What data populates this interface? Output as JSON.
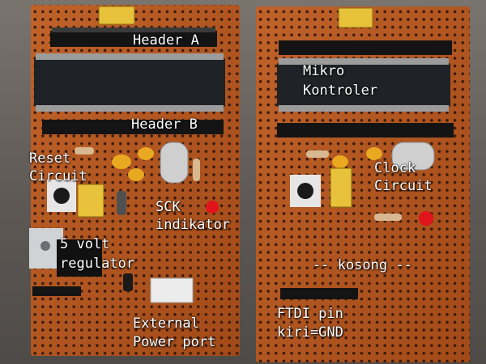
{
  "labels": {
    "header_a": "Header A",
    "header_b": "Header B",
    "reset_1": "Reset",
    "reset_2": "Circuit",
    "sck_1": "SCK",
    "sck_2": "indikator",
    "reg_1": "5 volt",
    "reg_2": "regulator",
    "ext_1": "External",
    "ext_2": "Power port",
    "mikro_1": "Mikro",
    "mikro_2": "Kontroler",
    "clock_1": "Clock",
    "clock_2": "Circuit",
    "kosong": "-- kosong --",
    "ftdi_1": "FTDI pin",
    "ftdi_2": "kiri=GND"
  },
  "colors": {
    "board": "#b8561e",
    "board_dark": "#8f3f12",
    "hole": "#3a1a08",
    "chip": "#1f2226",
    "header": "#141414",
    "cap_yellow": "#e8c23a",
    "led": "#e0141a",
    "label_text": "#ffffff"
  }
}
